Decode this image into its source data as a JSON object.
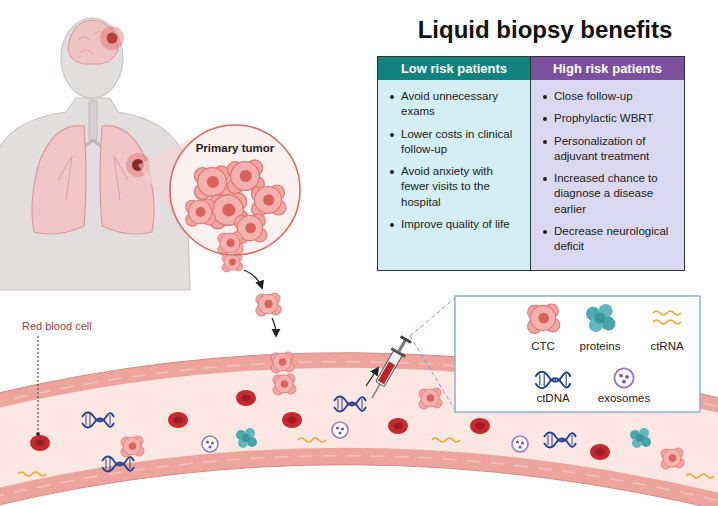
{
  "diagram": {
    "title": "Liquid biopsy benefits",
    "nodes": [
      {
        "text": [
          "Low risk patients",
          "Avoid unnecessary exams",
          "Lower costs in clinical follow-up",
          "Avoid anxiety with fewer visits to the hospital",
          "Improve quality of life"
        ]
      },
      {
        "text": [
          "High risk patients",
          "Close follow-up",
          "Prophylactic WBRT",
          "Personalization of adjuvant treatment",
          "Increased chance to diagnose a disease earlier",
          "Decrease neurological deficit"
        ]
      },
      {
        "text": [
          "Primary tumor"
        ]
      }
    ],
    "labels": [
      "Red blood cell"
    ],
    "legend": [
      {
        "text": "CTC"
      },
      {
        "text": "proteins"
      },
      {
        "text": "ctRNA"
      },
      {
        "text": "ctDNA"
      },
      {
        "text": "exosomes"
      }
    ]
  }
}
